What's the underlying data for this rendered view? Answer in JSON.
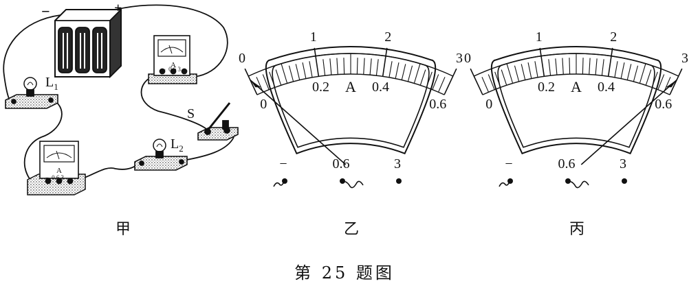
{
  "figure": {
    "caption": "第 25 题图",
    "panel_labels": [
      "甲",
      "乙",
      "丙"
    ]
  },
  "circuit": {
    "lamp1": {
      "label": "L",
      "sub": "1"
    },
    "lamp2": {
      "label": "L",
      "sub": "2"
    },
    "switch": {
      "label": "S"
    },
    "battery_polarity": {
      "neg": "−",
      "pos": "+"
    },
    "meter_unit": "A",
    "meter_terminals": [
      "−",
      "0.6",
      "3"
    ]
  },
  "ammeter_yi": {
    "upper_scale": [
      "0",
      "1",
      "2",
      "3"
    ],
    "lower_scale": [
      "0",
      "0.2",
      "0.4",
      "0.6"
    ],
    "unit": "A",
    "terminals": [
      "−",
      "0.6",
      "3"
    ],
    "needle_reading": 0
  },
  "ammeter_bing": {
    "upper_scale": [
      "0",
      "1",
      "2",
      "3"
    ],
    "lower_scale": [
      "0",
      "0.2",
      "0.4",
      "0.6"
    ],
    "unit": "A",
    "terminals": [
      "−",
      "0.6",
      "3"
    ],
    "needle_reading": 0.6
  }
}
